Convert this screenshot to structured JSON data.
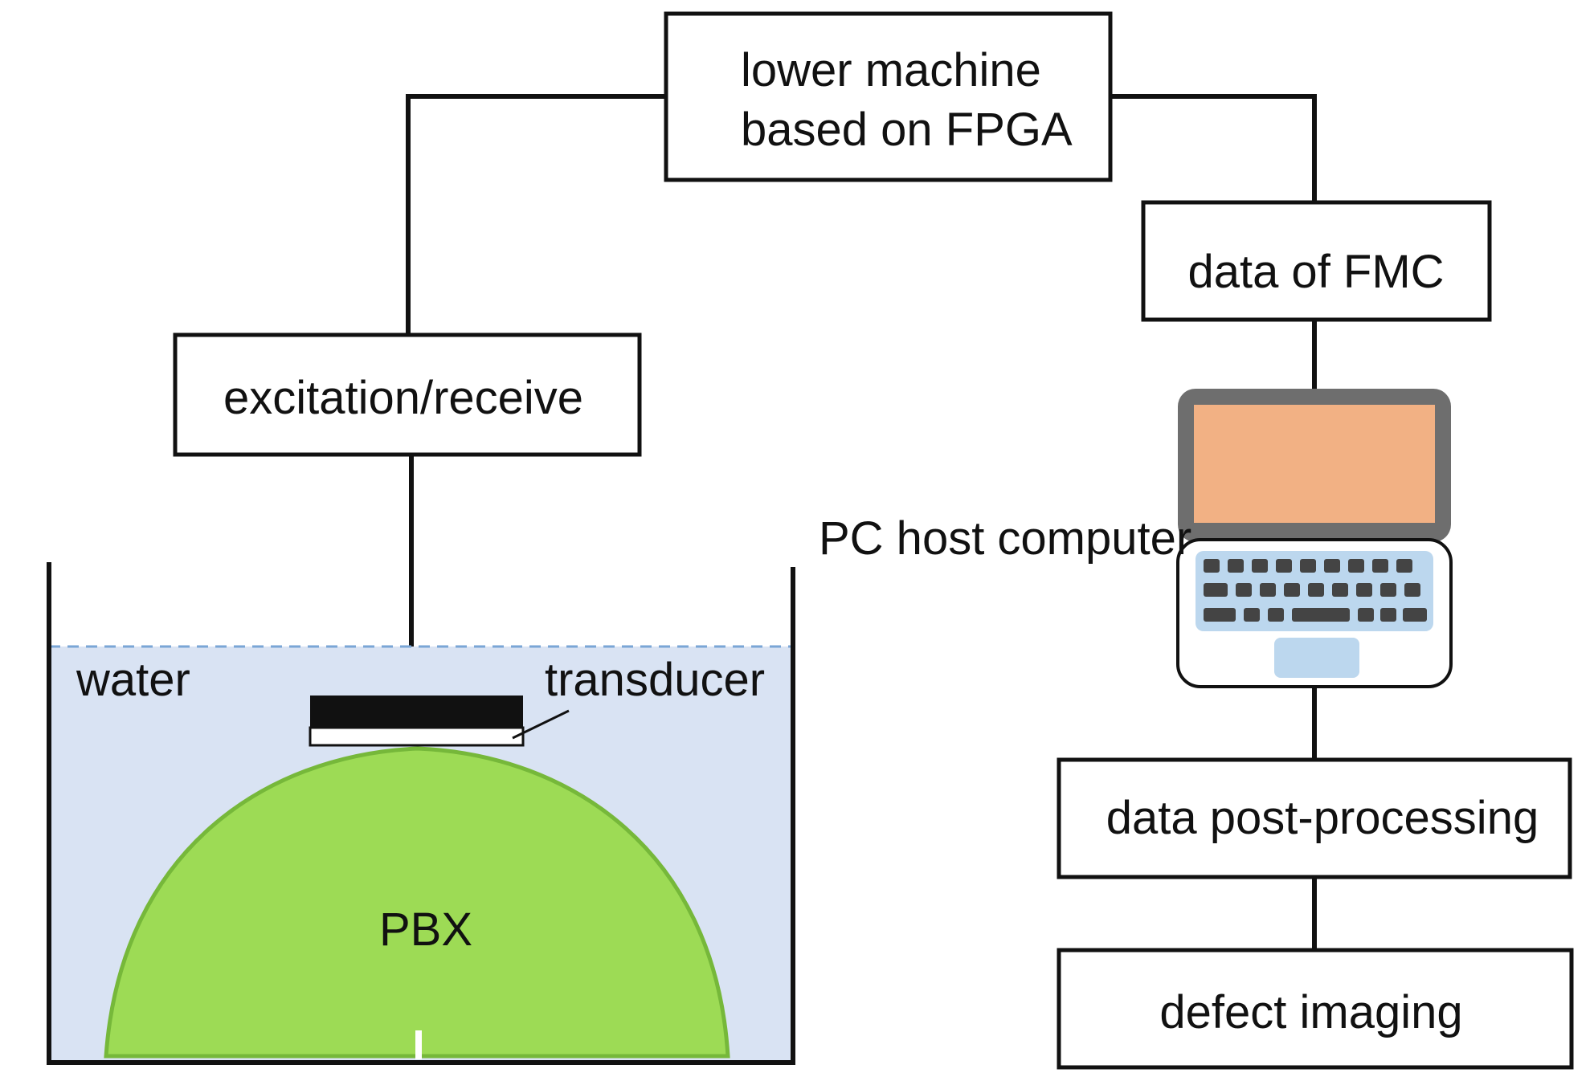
{
  "nodes": {
    "fpga": {
      "line1": "lower machine",
      "line2": "based on FPGA"
    },
    "fmc": {
      "label": "data of FMC"
    },
    "excitation": {
      "label": "excitation/receive"
    },
    "pc": {
      "label": "PC host computer"
    },
    "post": {
      "label": "data post-processing"
    },
    "defect": {
      "label": "defect imaging"
    }
  },
  "tank": {
    "water_label": "water",
    "transducer_label": "transducer",
    "specimen_label": "PBX"
  },
  "colors": {
    "line": "#111111",
    "water": "#d9e3f3",
    "water_surface": "#7aa6d6",
    "specimen": "#9ddb55",
    "specimen_edge": "#76b83a",
    "laptop_frame": "#6e6e6e",
    "laptop_screen": "#f2b184",
    "keyboard": "#bcd7ee",
    "key": "#444444",
    "touchpad": "#bcd7ee"
  },
  "icons": [
    "laptop-icon"
  ]
}
